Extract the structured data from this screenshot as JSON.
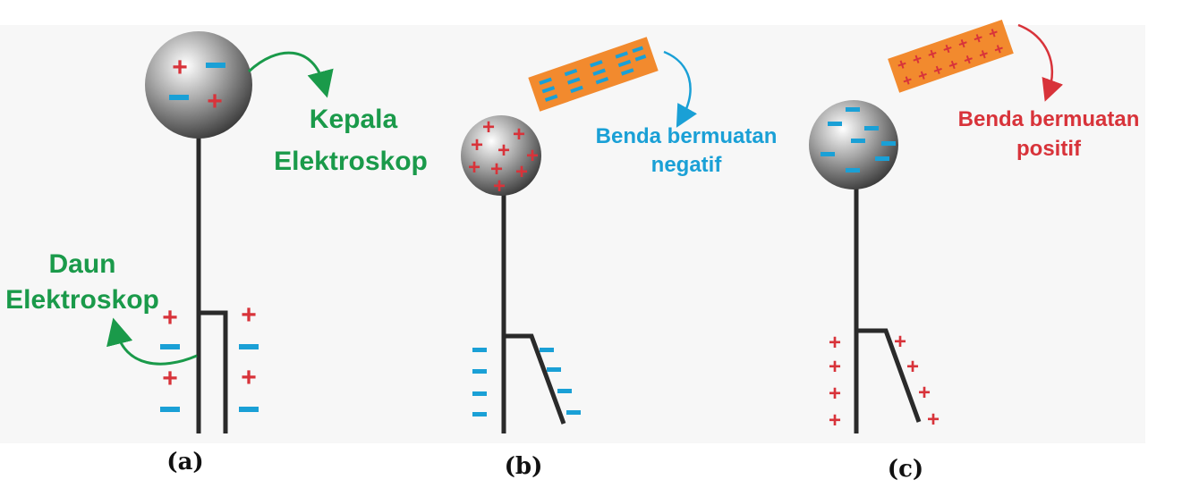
{
  "panels": [
    {
      "caption": "(a)",
      "labels": [
        "Kepala",
        "Elektroskop",
        "Daun",
        "Elektroskop"
      ]
    },
    {
      "caption": "(b)",
      "object_label": [
        "Benda bermuatan",
        "negatif"
      ]
    },
    {
      "caption": "(c)",
      "object_label": [
        "Benda bermuatan",
        "positif"
      ]
    }
  ],
  "symbols": {
    "plus": "+"
  },
  "colors": {
    "green": "#1a9a4a",
    "blue": "#1aa0d6",
    "red": "#d8333a",
    "orange": "#f28a2e",
    "rod": "#2a2a2a"
  }
}
